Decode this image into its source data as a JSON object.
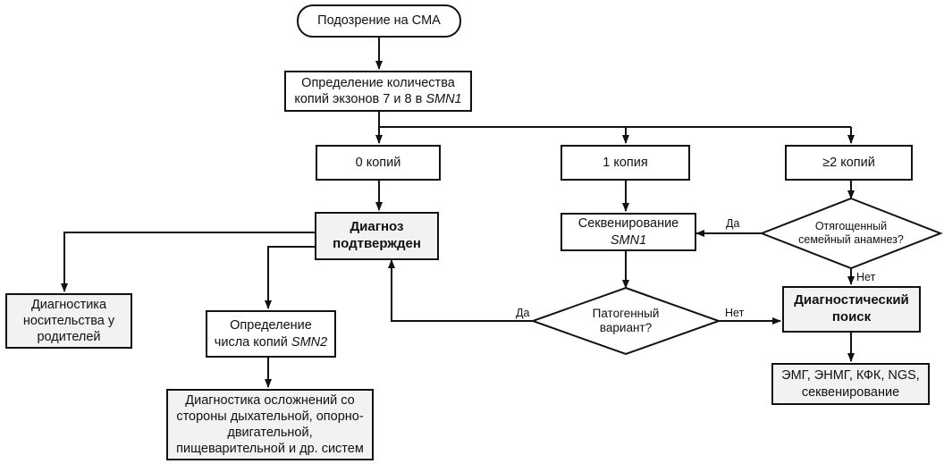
{
  "nodes": {
    "start": "Подозрение на СМА",
    "count_l1": "Определение количества",
    "count_l2a": "копий экзонов 7 и 8 в ",
    "count_l2b": "SMN1",
    "zero": "0 копий",
    "one": "1 копия",
    "two_plus": "≥2 копий",
    "confirmed": "Диагноз подтвержден",
    "seq_l1": "Секвенирование",
    "seq_l2": "SMN1",
    "family": "Отягощенный семейный анамнез?",
    "carrier": "Диагностика носительства у родителей",
    "smn2_l1": "Определение",
    "smn2_l2a": "числа копий ",
    "smn2_l2b": "SMN2",
    "pathogenic": "Патогенный вариант?",
    "search": "Диагностический поиск",
    "complications": "Диагностика осложнений со стороны дыхательной, опорно-двигательной, пищеварительной и др. систем",
    "tests": "ЭМГ, ЭНМГ, КФК, NGS, секвенирование"
  },
  "labels": {
    "yes_family": "Да",
    "no_family": "Нет",
    "yes_pathogenic": "Да",
    "no_pathogenic": "Нет"
  }
}
